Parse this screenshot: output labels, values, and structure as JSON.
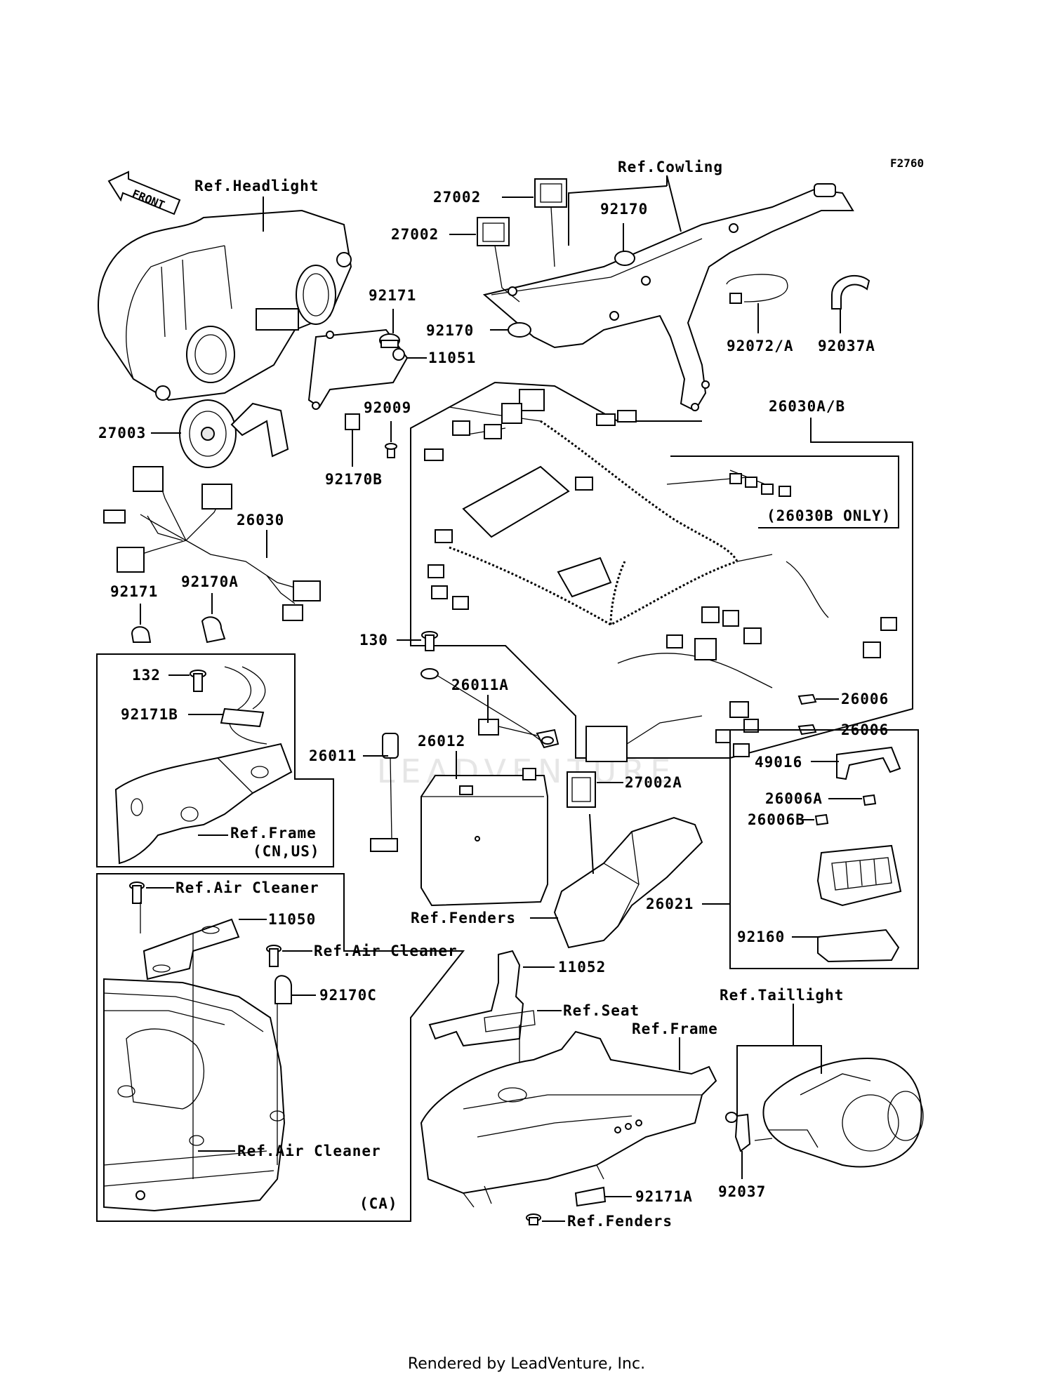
{
  "diagram_code": "F2760",
  "front_arrow": "FRONT",
  "footer": "Rendered by LeadVenture, Inc.",
  "watermark": "LEADVENTURE",
  "labels": {
    "ref_headlight": "Ref.Headlight",
    "ref_cowling": "Ref.Cowling",
    "p27002_a": "27002",
    "p27002_b": "27002",
    "p92170_a": "92170",
    "p92170_b": "92170",
    "p92171_a": "92171",
    "p11051": "11051",
    "p92072a": "92072/A",
    "p92037a": "92037A",
    "p92009": "92009",
    "p27003": "27003",
    "p92170b": "92170B",
    "p26030ab": "26030A/B",
    "p26030b_only": "(26030B ONLY)",
    "p26030": "26030",
    "p92171_b": "92171",
    "p92170a": "92170A",
    "p130": "130",
    "p26011a": "26011A",
    "p26006_a": "26006",
    "p26006_b": "26006",
    "p132": "132",
    "p92171b": "92171B",
    "p26011": "26011",
    "p26012": "26012",
    "p27002a": "27002A",
    "p49016": "49016",
    "p26006a": "26006A",
    "p26006b": "26006B",
    "ref_frame_cnus": "Ref.Frame",
    "cn_us": "(CN,US)",
    "ref_air_cleaner_1": "Ref.Air Cleaner",
    "p11050": "11050",
    "ref_fenders_1": "Ref.Fenders",
    "p26021": "26021",
    "ref_air_cleaner_2": "Ref.Air Cleaner",
    "p92160": "92160",
    "p92170c": "92170C",
    "p11052": "11052",
    "ref_seat": "Ref.Seat",
    "ref_taillight": "Ref.Taillight",
    "ref_frame_2": "Ref.Frame",
    "ref_air_cleaner_3": "Ref.Air Cleaner",
    "p92037": "92037",
    "ca": "(CA)",
    "p92171a": "92171A",
    "ref_fenders_2": "Ref.Fenders"
  }
}
